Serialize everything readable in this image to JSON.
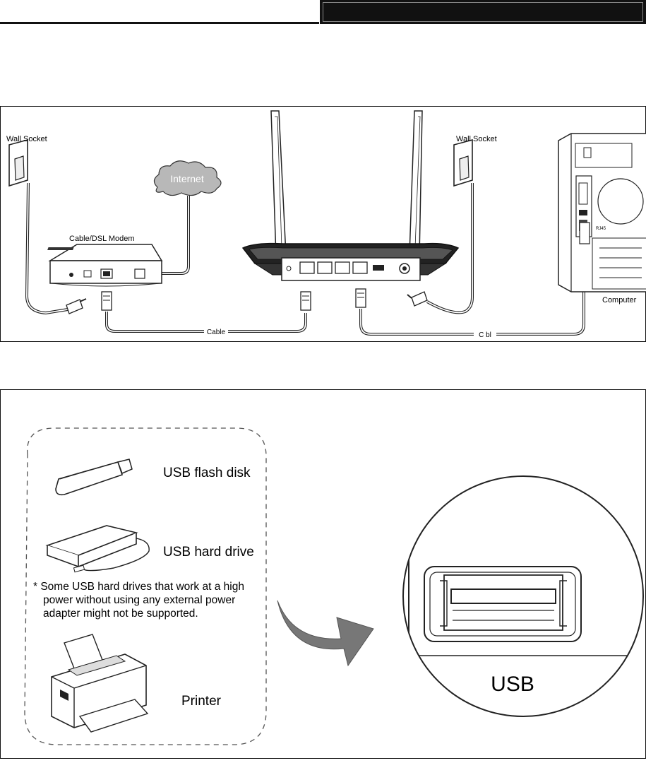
{
  "connection_diagram": {
    "wall_socket_left_label": "Wall Socket",
    "wall_socket_right_label": "Wall Socket",
    "internet_label": "Internet",
    "modem_label": "Cable/DSL Modem",
    "computer_label": "Computer",
    "rj45_label": "RJ45",
    "cable_label_left": "Cable",
    "cable_label_right": "C bl"
  },
  "usb_diagram": {
    "flash_disk_label": "USB flash disk",
    "hard_drive_label": "USB hard drive",
    "note_line1": "* Some USB hard drives that work at a high",
    "note_line2": "power without using any external power",
    "note_line3": "adapter might not be supported.",
    "printer_label": "Printer",
    "usb_port_label": "USB"
  }
}
